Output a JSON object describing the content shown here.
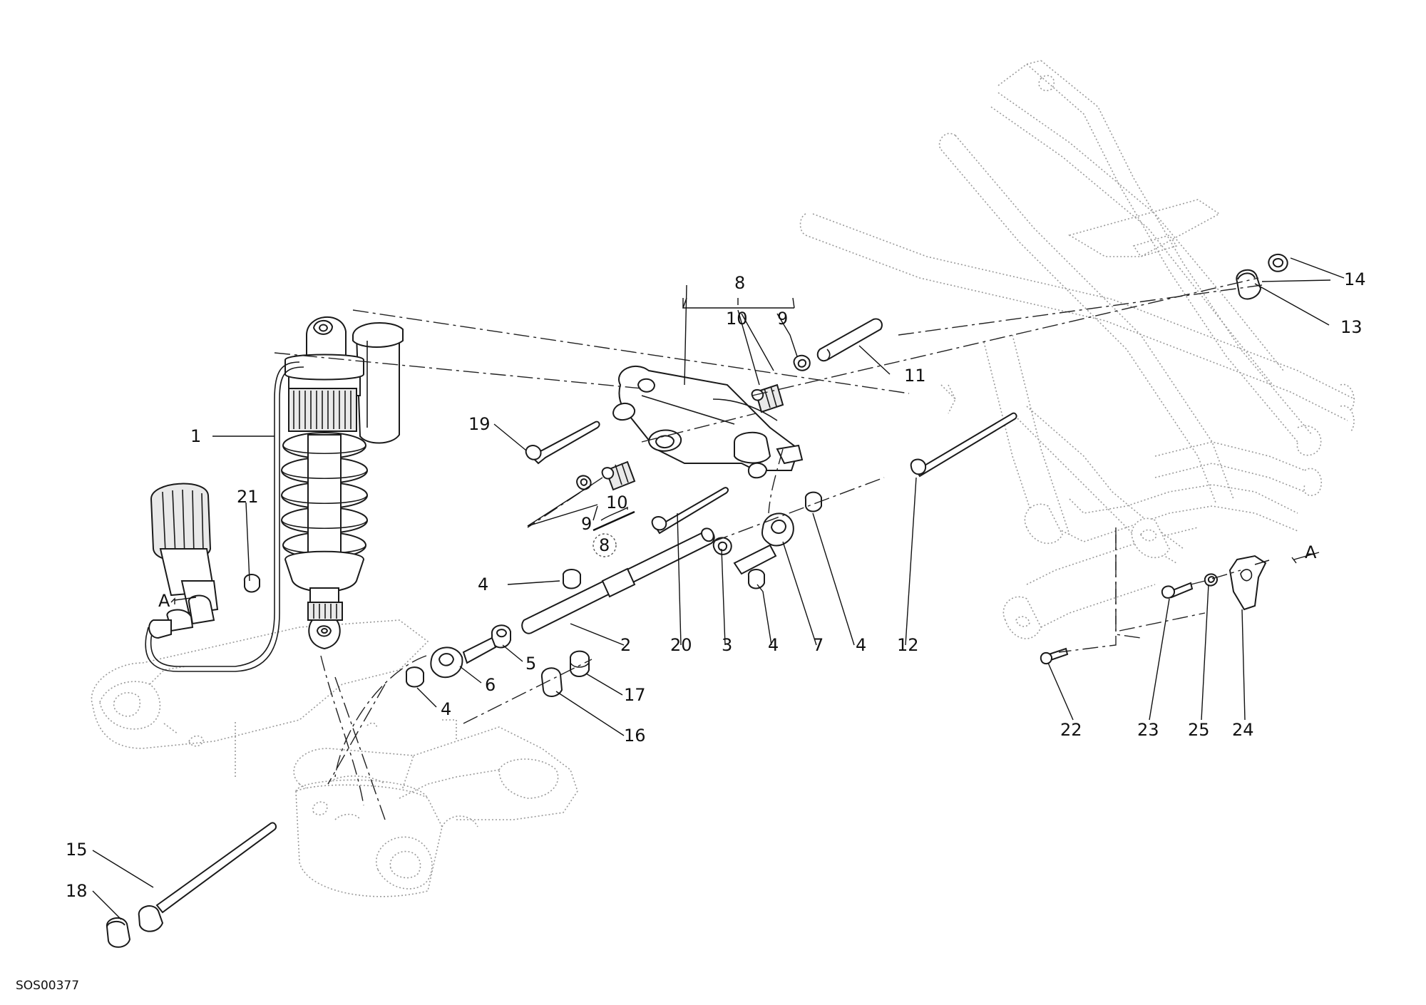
{
  "drawing_code": "SOS00377",
  "callouts": [
    "1",
    "2",
    "3",
    "4",
    "4",
    "4",
    "4",
    "5",
    "6",
    "7",
    "8",
    "8",
    "9",
    "9",
    "10",
    "10",
    "11",
    "12",
    "13",
    "14",
    "15",
    "16",
    "17",
    "18",
    "19",
    "20",
    "21",
    "22",
    "23",
    "24",
    "25",
    "A",
    "A"
  ]
}
